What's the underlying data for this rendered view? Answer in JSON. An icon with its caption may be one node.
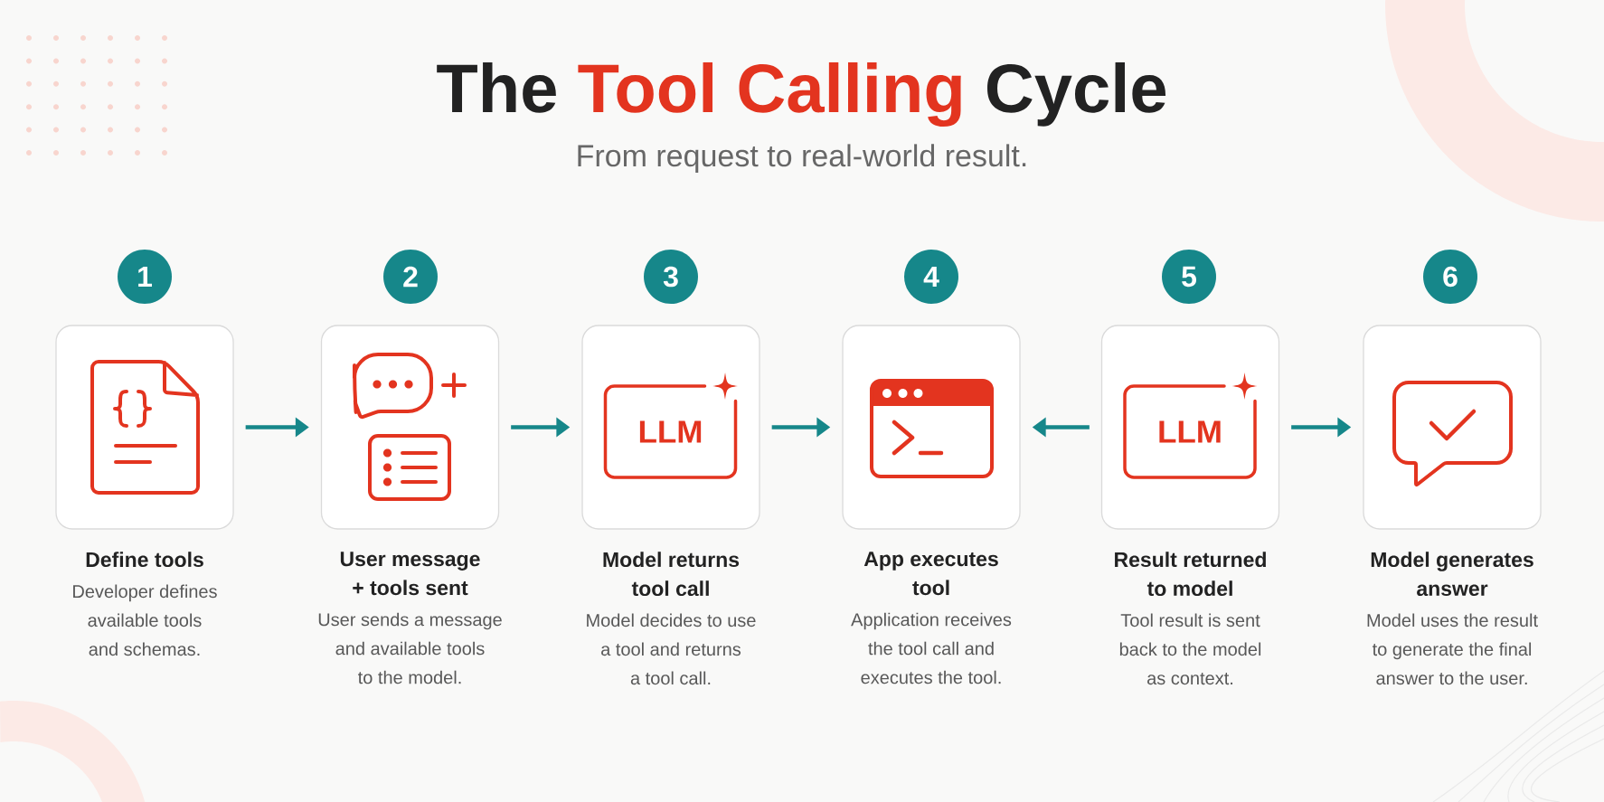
{
  "diagram": {
    "title": "The **Tool Calling** Cycle",
    "nodes": [
      {
        "text": [
          "1"
        ]
      },
      {
        "text": [
          "2"
        ]
      },
      {
        "text": [
          "3"
        ]
      },
      {
        "text": [
          "4"
        ]
      },
      {
        "text": [
          "5"
        ]
      },
      {
        "text": [
          "6"
        ]
      },
      {
        "text": [
          "Define tools",
          "Developer defines available tools and schemas."
        ]
      },
      {
        "text": [
          "User message + tools sent",
          "User sends a message and available tools to the model."
        ]
      },
      {
        "text": [
          "Model returns tool call",
          "Model decides to use a tool and returns a tool call."
        ]
      },
      {
        "text": [
          "App executes tool",
          "Application receives the tool call and executes the tool."
        ]
      },
      {
        "text": [
          "Result returned to model",
          "Tool result is sent back to the model as context."
        ]
      },
      {
        "text": [
          "Model generates answer",
          "Model uses the result to generate the final answer to the user."
        ]
      },
      {
        "text": [
          "LLM"
        ],
        "in": 8
      },
      {
        "text": [
          "LLM"
        ],
        "in": 10
      }
    ],
    "edges": [
      {
        "from": 6,
        "to": 7,
        "arrow": "to"
      },
      {
        "from": 7,
        "to": 8,
        "arrow": "to"
      },
      {
        "from": 8,
        "to": 9,
        "arrow": "to"
      },
      {
        "from": 10,
        "to": 9,
        "arrow": "to"
      },
      {
        "from": 10,
        "to": 11,
        "arrow": "to"
      }
    ],
    "labels": [
      "From request to real-world result."
    ]
  }
}
